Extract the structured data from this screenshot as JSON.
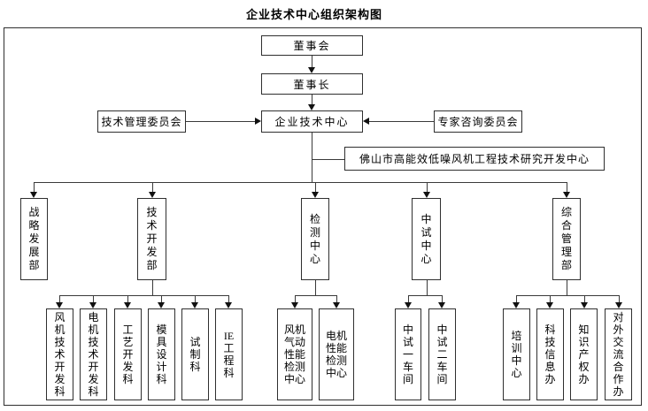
{
  "title": "企业技术中心组织架构图",
  "colors": {
    "background": "#ffffff",
    "line": "#3a3a3a",
    "box_border": "#2f2f2f",
    "text": "#000000"
  },
  "org": {
    "board": "董事会",
    "chairman": "董事长",
    "center": "企业技术中心",
    "tech_mgmt_committee": "技术管理委员会",
    "expert_committee": "专家咨询委员会",
    "foshan_rd_center": "佛山市高能效低噪风机工程技术研究开发中心",
    "departments": [
      {
        "id": "strategic-development",
        "label": "战\n略\n发\n展\n部"
      },
      {
        "id": "technology-development",
        "label": "技\n术\n开\n发\n部"
      },
      {
        "id": "testing-center",
        "label": "检\n测\n中\n心"
      },
      {
        "id": "pilot-test-center",
        "label": "中\n试\n中\n心"
      },
      {
        "id": "general-management",
        "label": "综\n合\n管\n理\n部"
      }
    ],
    "technology_development_children": [
      {
        "id": "fan-tech-dev",
        "label": "风\n机\n技\n术\n开\n发\n科"
      },
      {
        "id": "motor-tech-dev",
        "label": "电\n机\n技\n术\n开\n发\n科"
      },
      {
        "id": "process-dev",
        "label": "工\n艺\n开\n发\n科"
      },
      {
        "id": "mold-design",
        "label": "模\n具\n设\n计\n科"
      },
      {
        "id": "trial-production",
        "label": "试\n制\n科"
      },
      {
        "id": "ie-engineering",
        "label": "IE\n工\n程\n科"
      }
    ],
    "testing_center_children": [
      {
        "id": "fan-aero-testing",
        "label": "风机\n气动\n性能\n检测\n中心"
      },
      {
        "id": "motor-performance-testing",
        "label": "电机\n性能\n检测\n中心"
      }
    ],
    "pilot_center_children": [
      {
        "id": "pilot-workshop-1",
        "label": "中\n试\n一\n车\n间"
      },
      {
        "id": "pilot-workshop-2",
        "label": "中\n试\n二\n车\n间"
      }
    ],
    "general_management_children": [
      {
        "id": "training-center",
        "label": "培\n训\n中\n心"
      },
      {
        "id": "sci-tech-info-office",
        "label": "科\n技\n信\n息\n办"
      },
      {
        "id": "ip-office",
        "label": "知\n识\n产\n权\n办"
      },
      {
        "id": "external-cooperation-office",
        "label": "对\n外\n交\n流\n合\n作\n办"
      }
    ]
  }
}
